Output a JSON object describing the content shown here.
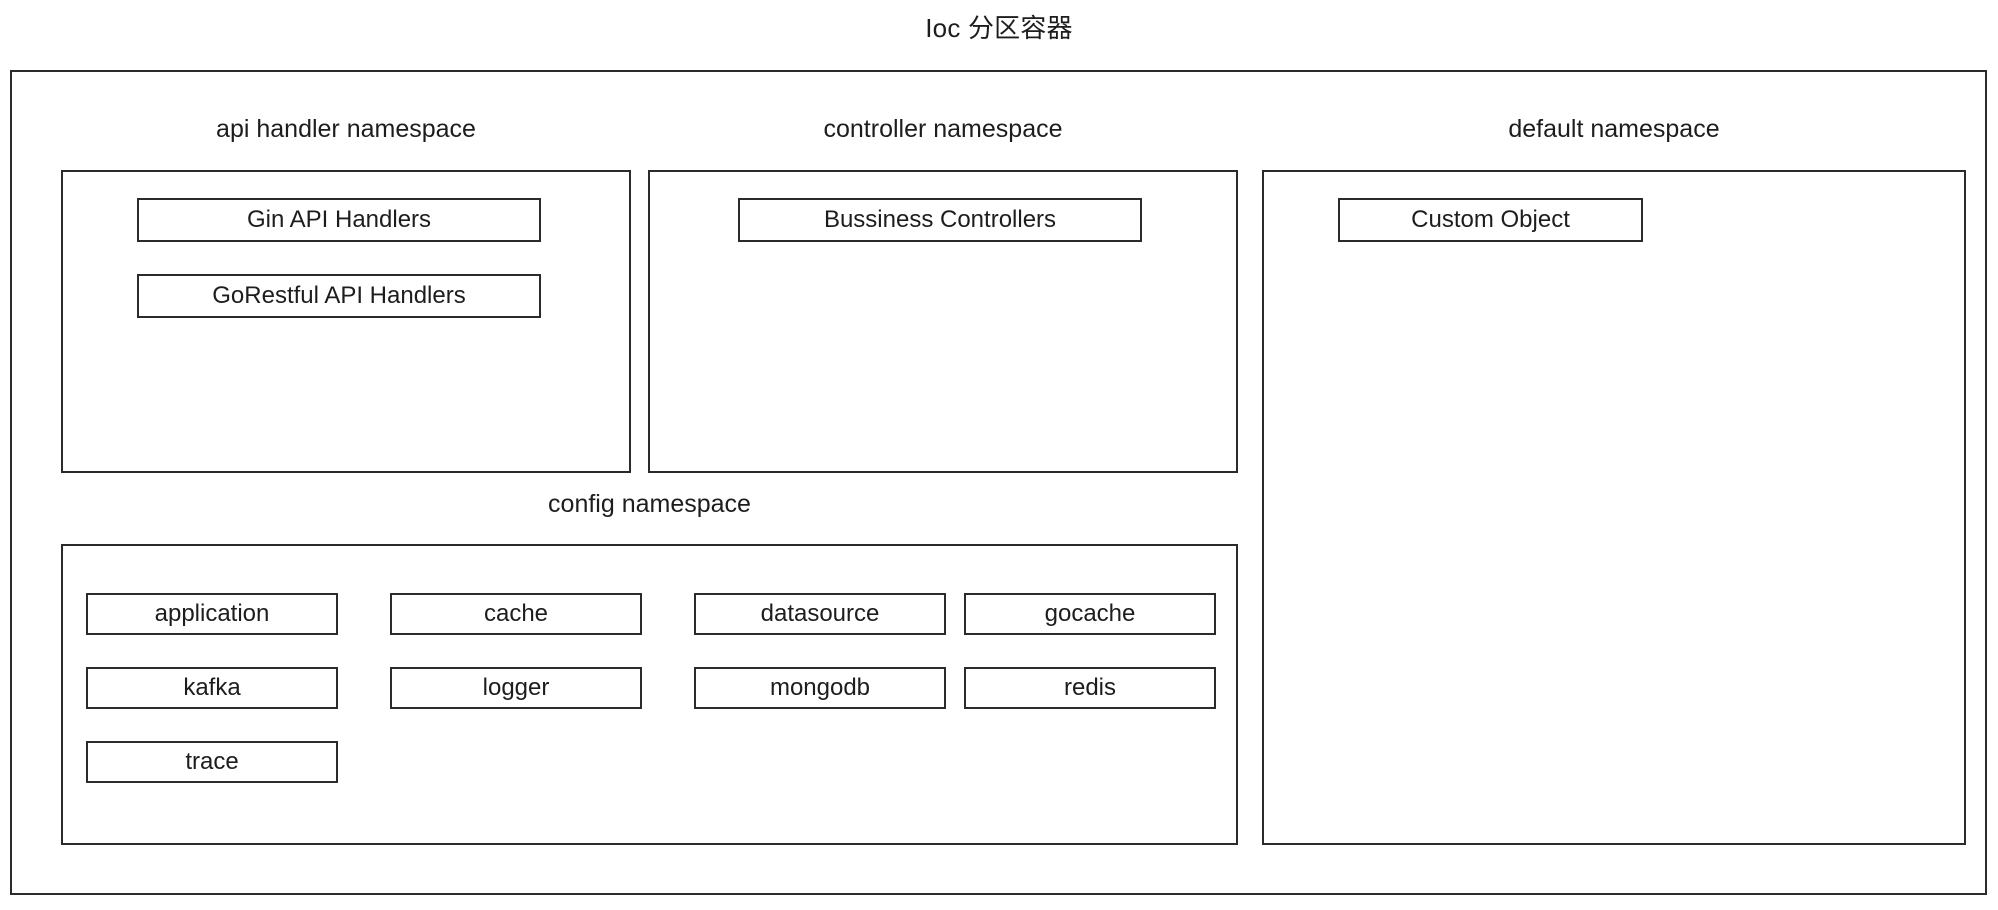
{
  "diagram": {
    "title": "Ioc 分区容器",
    "namespaces": {
      "api_handler": {
        "label": "api handler namespace",
        "items": [
          {
            "label": "Gin API Handlers"
          },
          {
            "label": "GoRestful API Handlers"
          }
        ]
      },
      "controller": {
        "label": "controller namespace",
        "items": [
          {
            "label": "Bussiness Controllers"
          }
        ]
      },
      "default": {
        "label": "default namespace",
        "items": [
          {
            "label": "Custom Object"
          }
        ]
      },
      "config": {
        "label": "config namespace",
        "rows": [
          [
            "application",
            "cache",
            "datasource",
            "gocache"
          ],
          [
            "kafka",
            "logger",
            "mongodb",
            "redis"
          ],
          [
            "trace"
          ]
        ]
      }
    },
    "colors": {
      "stroke": "#2b2b2b",
      "text": "#1d1d1d",
      "background": "#ffffff"
    }
  }
}
